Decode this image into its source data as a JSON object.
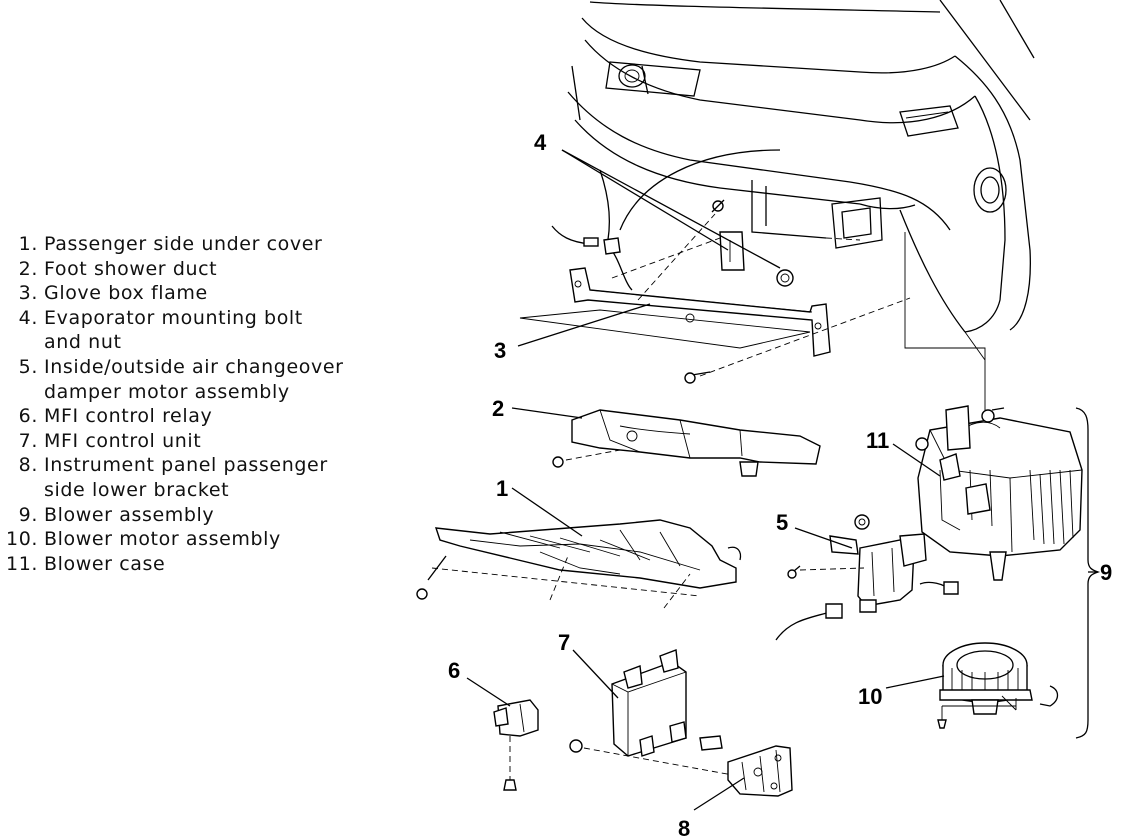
{
  "legend": {
    "items": [
      {
        "num": "1.",
        "text": "Passenger side under cover"
      },
      {
        "num": "2.",
        "text": "Foot shower duct"
      },
      {
        "num": "3.",
        "text": "Glove box flame"
      },
      {
        "num": "4.",
        "text": "Evaporator mounting bolt"
      },
      {
        "num": "",
        "text": "and nut"
      },
      {
        "num": "5.",
        "text": "Inside/outside air changeover"
      },
      {
        "num": "",
        "text": "damper motor assembly"
      },
      {
        "num": "6.",
        "text": "MFI control relay"
      },
      {
        "num": "7.",
        "text": "MFI control unit"
      },
      {
        "num": "8.",
        "text": "Instrument panel passenger"
      },
      {
        "num": "",
        "text": "side lower bracket"
      },
      {
        "num": "9.",
        "text": "Blower assembly"
      },
      {
        "num": "10.",
        "text": "Blower motor assembly"
      },
      {
        "num": "11.",
        "text": "Blower case"
      }
    ]
  },
  "callouts": {
    "c1": "1",
    "c2": "2",
    "c3": "3",
    "c4": "4",
    "c5": "5",
    "c6": "6",
    "c7": "7",
    "c8": "8",
    "c9": "9",
    "c10": "10",
    "c11": "11"
  }
}
